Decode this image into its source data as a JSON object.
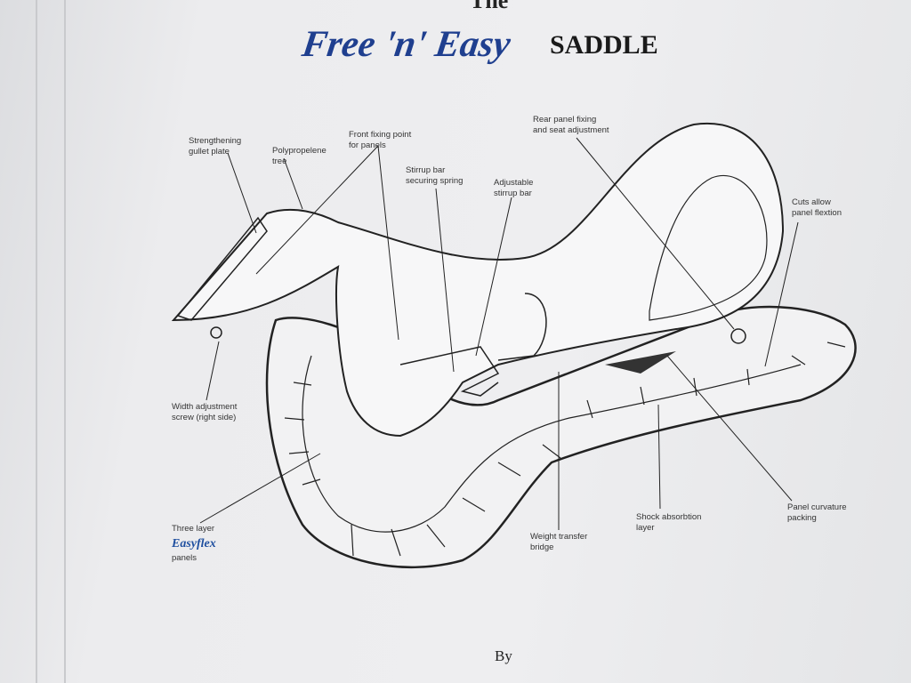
{
  "title": {
    "prefix": "The",
    "brand": "Free 'n' Easy",
    "suffix": "SADDLE"
  },
  "labels": {
    "gullet_plate": "Strengthening\ngullet plate",
    "tree": "Polypropelene\ntree",
    "front_fixing": "Front fixing point\nfor panels",
    "spring": "Stirrup bar\nsecuring spring",
    "stirrup_bar": "Adjustable\nstirrup bar",
    "rear_fixing": "Rear panel fixing\nand seat adjustment",
    "cuts": "Cuts allow\npanel flextion",
    "width_screw": "Width adjustment\nscrew (right side)",
    "panels_top": "Three layer",
    "panels_brand": "Easyflex",
    "panels_bottom": "panels",
    "bridge": "Weight transfer\nbridge",
    "shock": "Shock absorbtion\nlayer",
    "packing": "Panel curvature\npacking"
  },
  "footer": {
    "by": "By"
  }
}
